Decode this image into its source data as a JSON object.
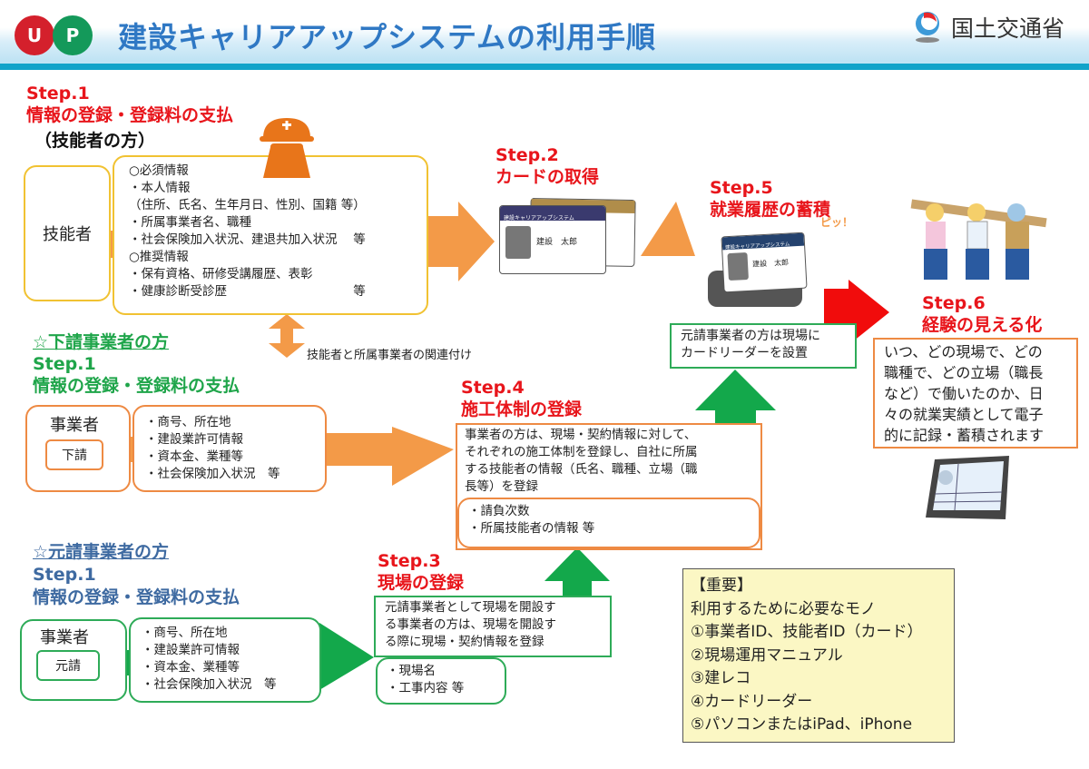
{
  "header": {
    "logo_letters": [
      "U",
      "P"
    ],
    "title": "建設キャリアアップシステムの利用手順",
    "ministry": "国土交通省"
  },
  "colors": {
    "title_blue": "#2f78c4",
    "header_bar": "#12a3c9",
    "step_red": "#e8151b",
    "step_green": "#1fa54a",
    "step_blue": "#3e6aa1",
    "arrow_orange": "#f39a48",
    "arrow_green": "#13a84b",
    "arrow_red": "#f10c0c",
    "box_yellow": "#f1c232",
    "box_orange": "#ee8a43",
    "box_green": "#2eab58",
    "important_bg": "#fbf7c4"
  },
  "step1_worker": {
    "step_label": "Step.1",
    "heading": "情報の登録・登録料の支払",
    "subheading": "（技能者の方）",
    "actor": "技能者",
    "items": [
      "○必須情報",
      "・本人情報",
      "（住所、氏名、生年月日、性別、国籍 等）",
      "・所属事業者名、職種",
      "・社会保険加入状況、建退共加入状況　 等",
      "○推奨情報",
      "・保有資格、研修受講履歴、表彰",
      "・健康診断受診歴　　　　　　　　　　 等"
    ]
  },
  "link_note": "技能者と所属事業者の関連付け",
  "step1_sub": {
    "section_label": "☆下請事業者の方",
    "step_label": "Step.1",
    "heading": "情報の登録・登録料の支払",
    "actor": "事業者",
    "actor_tag": "下請",
    "items": [
      "・商号、所在地",
      "・建設業許可情報",
      "・資本金、業種等",
      "・社会保険加入状況　等"
    ]
  },
  "step1_prime": {
    "section_label": "☆元請事業者の方",
    "step_label": "Step.1",
    "heading": "情報の登録・登録料の支払",
    "actor": "事業者",
    "actor_tag": "元請",
    "items": [
      "・商号、所在地",
      "・建設業許可情報",
      "・資本金、業種等",
      "・社会保険加入状況　等"
    ]
  },
  "step2": {
    "step_label": "Step.2",
    "heading": "カードの取得",
    "card_system": "建設キャリアアップシステム",
    "card_name": "建設　太郎"
  },
  "step3": {
    "step_label": "Step.3",
    "heading": "現場の登録",
    "description": [
      "元請事業者として現場を開設す",
      "る事業者の方は、現場を開設す",
      "る際に現場・契約情報を登録"
    ],
    "items": [
      "・現場名",
      "・工事内容 等"
    ]
  },
  "step4": {
    "step_label": "Step.4",
    "heading": "施工体制の登録",
    "description": [
      "事業者の方は、現場・契約情報に対して、",
      "それぞれの施工体制を登録し、自社に所属",
      "する技能者の情報（氏名、職種、立場（職",
      "長等）を登録"
    ],
    "items": [
      "・請負次数",
      "・所属技能者の情報 等"
    ]
  },
  "step5": {
    "step_label": "Step.5",
    "heading": "就業履歴の蓄積",
    "beep": "ピッ！",
    "card_system": "建設キャリアアップシステム",
    "card_name": "建設　太郎",
    "note": [
      "元請事業者の方は現場に",
      "カードリーダーを設置"
    ]
  },
  "step6": {
    "step_label": "Step.6",
    "heading": "経験の見える化",
    "description": [
      "いつ、どの現場で、どの",
      "職種で、どの立場（職長",
      "など）で働いたのか、日",
      "々の就業実績として電子",
      "的に記録・蓄積されます"
    ]
  },
  "important": {
    "title": "【重要】",
    "subtitle": "利用するために必要なモノ",
    "items": [
      "①事業者ID、技能者ID（カード）",
      "②現場運用マニュアル",
      "③建レコ",
      "④カードリーダー",
      "⑤パソコンまたはiPad、iPhone"
    ]
  }
}
